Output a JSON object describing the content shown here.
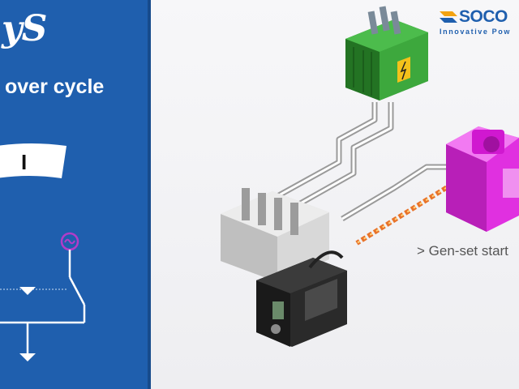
{
  "left_panel": {
    "brand_title": "yS",
    "cycle_title": "over cycle",
    "switch_position": "I",
    "colors": {
      "panel": "#1f5fae",
      "generator_symbol": "#b23cc8"
    }
  },
  "logo": {
    "name": "SOCO",
    "tagline": "Innovative Pow",
    "color": "#1f5fae"
  },
  "scene": {
    "status_label": "> Gen-set start",
    "transformer_color": "#2f8f2f",
    "genset_color": "#e030e0",
    "power_line_color": "#e8732a"
  }
}
